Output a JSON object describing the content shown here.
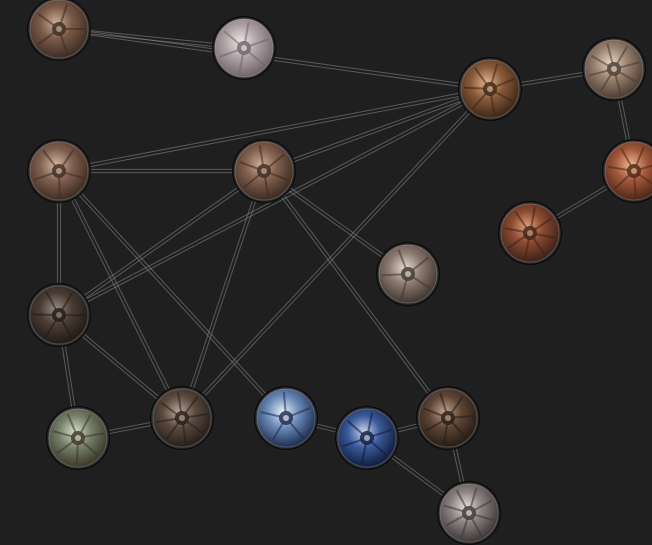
{
  "app": {
    "background": "#1f1f1f",
    "edge_color": "#8a8a8a",
    "node_ring_color": "#0a0a0a",
    "node_highlight_color": "#d8d8d8"
  },
  "graph": {
    "nodes": [
      {
        "id": "n1",
        "tone": "brown",
        "palette": [
          "#3b2a22",
          "#7a5a48",
          "#c9b09a"
        ]
      },
      {
        "id": "n2",
        "tone": "grey",
        "palette": [
          "#6f6266",
          "#b0a3a6",
          "#ece6e6"
        ]
      },
      {
        "id": "n3",
        "tone": "amber",
        "palette": [
          "#3a2416",
          "#8a5a3a",
          "#e3b892"
        ]
      },
      {
        "id": "n4",
        "tone": "tan",
        "palette": [
          "#4a3a30",
          "#9a8270",
          "#e7d8c8"
        ]
      },
      {
        "id": "n5",
        "tone": "brown",
        "palette": [
          "#3c2a20",
          "#806050",
          "#d6b8a0"
        ]
      },
      {
        "id": "n6",
        "tone": "brown",
        "palette": [
          "#3a281f",
          "#80604e",
          "#cfae96"
        ]
      },
      {
        "id": "n7",
        "tone": "copper",
        "palette": [
          "#4a2414",
          "#a0583a",
          "#f0b890"
        ]
      },
      {
        "id": "n8",
        "tone": "copper",
        "palette": [
          "#3a2018",
          "#8a4a30",
          "#e0a080"
        ]
      },
      {
        "id": "n9",
        "tone": "tan",
        "palette": [
          "#3e3430",
          "#8c7a70",
          "#e6dad2"
        ]
      },
      {
        "id": "n10",
        "tone": "dark",
        "palette": [
          "#1e1816",
          "#4a3c34",
          "#9a8c84"
        ]
      },
      {
        "id": "n11",
        "tone": "green",
        "palette": [
          "#3a3428",
          "#76806a",
          "#d8dcc8"
        ]
      },
      {
        "id": "n12",
        "tone": "dark",
        "palette": [
          "#241c18",
          "#5a4a40",
          "#b8a898"
        ]
      },
      {
        "id": "n13",
        "tone": "blue",
        "palette": [
          "#1a2a4a",
          "#6a8ab8",
          "#e8eef6"
        ]
      },
      {
        "id": "n14",
        "tone": "blue",
        "palette": [
          "#0e1a38",
          "#3a5a9a",
          "#c8d4ec"
        ]
      },
      {
        "id": "n15",
        "tone": "dark",
        "palette": [
          "#241a14",
          "#5e4636",
          "#c0a48c"
        ]
      },
      {
        "id": "n16",
        "tone": "grey",
        "palette": [
          "#3a3434",
          "#8a8080",
          "#e4dede"
        ]
      }
    ],
    "edges": [
      [
        "n1",
        "n2"
      ],
      [
        "n1",
        "n3"
      ],
      [
        "n3",
        "n5"
      ],
      [
        "n3",
        "n6"
      ],
      [
        "n3",
        "n10"
      ],
      [
        "n3",
        "n12"
      ],
      [
        "n3",
        "n4"
      ],
      [
        "n5",
        "n6"
      ],
      [
        "n5",
        "n10"
      ],
      [
        "n5",
        "n12"
      ],
      [
        "n5",
        "n13"
      ],
      [
        "n6",
        "n9"
      ],
      [
        "n6",
        "n10"
      ],
      [
        "n6",
        "n15"
      ],
      [
        "n6",
        "n12"
      ],
      [
        "n4",
        "n7"
      ],
      [
        "n7",
        "n8"
      ],
      [
        "n6",
        "n12"
      ],
      [
        "n9",
        "n6"
      ],
      [
        "n10",
        "n11"
      ],
      [
        "n10",
        "n12"
      ],
      [
        "n11",
        "n12"
      ],
      [
        "n13",
        "n14"
      ],
      [
        "n14",
        "n15"
      ],
      [
        "n14",
        "n16"
      ],
      [
        "n15",
        "n16"
      ]
    ]
  }
}
